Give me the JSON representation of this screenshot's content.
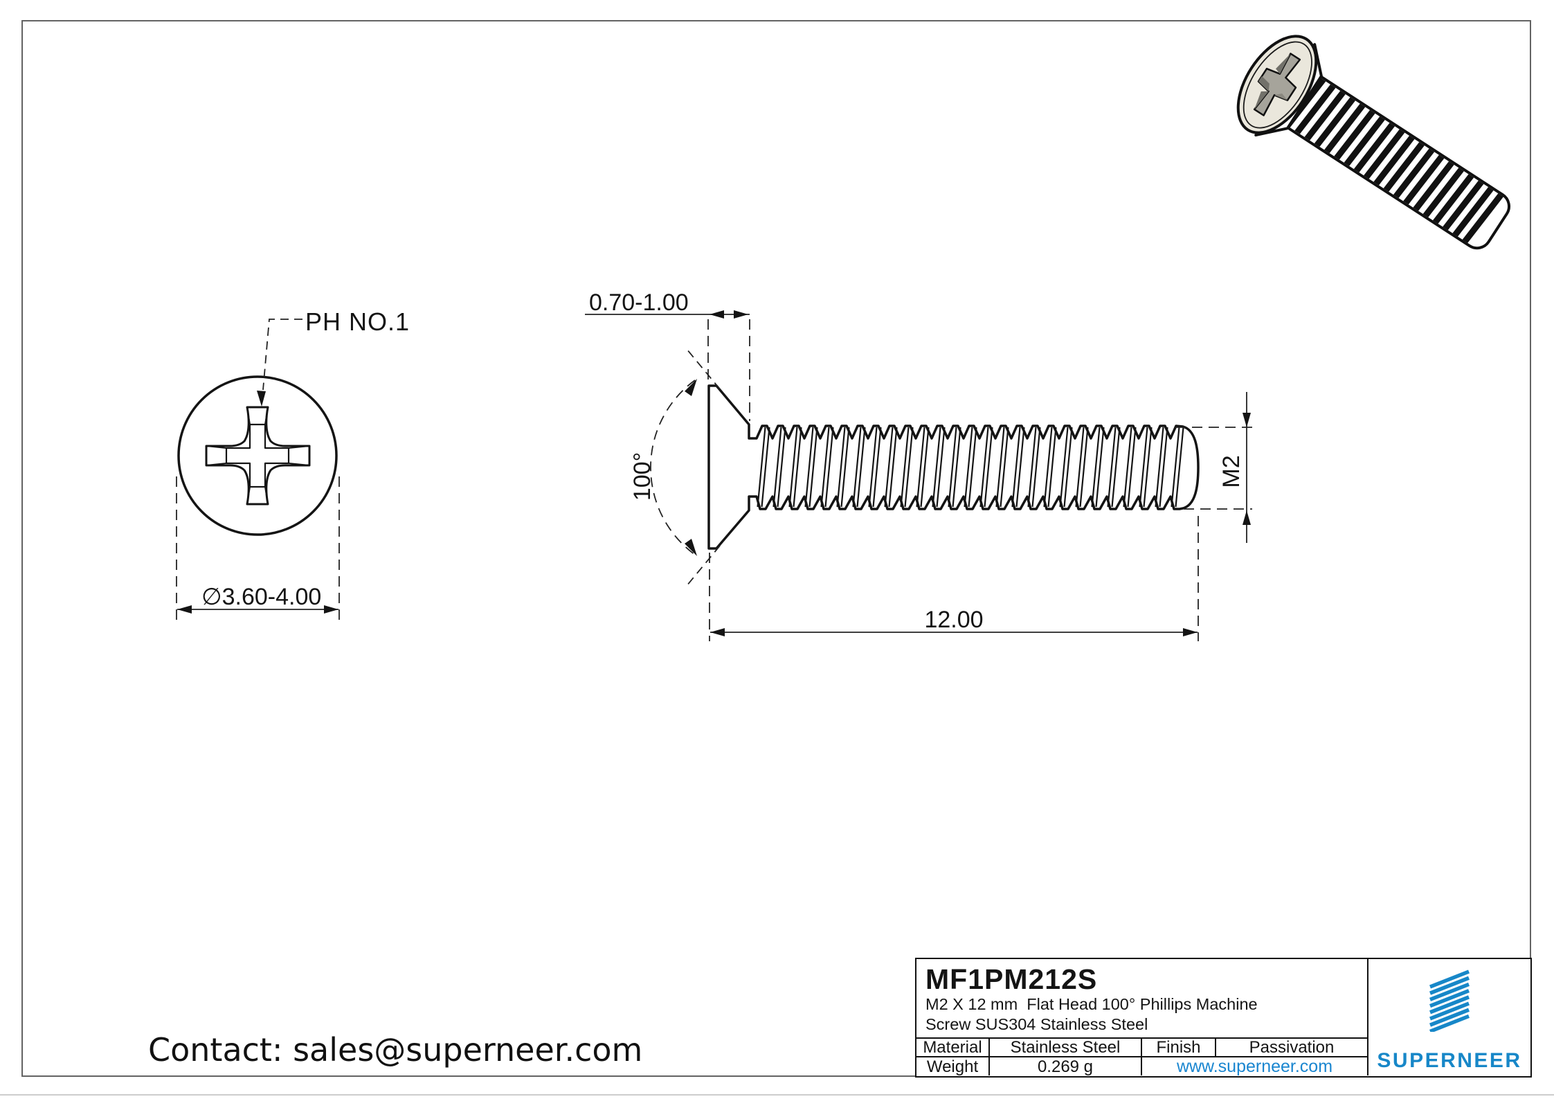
{
  "front_view": {
    "label": "PH NO.1",
    "diameter_dim": "∅3.60-4.00"
  },
  "side_view": {
    "head_height_dim": "0.70-1.00",
    "angle_dim": "100°",
    "thread_size": "M2",
    "length_dim": "12.00"
  },
  "contact": {
    "text": "Contact: sales@superneer.com"
  },
  "title_block": {
    "part_number": "MF1PM212S",
    "description_line1": "M2 X 12 mm  Flat Head 100° Phillips Machine",
    "description_line2": "Screw SUS304 Stainless Steel",
    "material_label": "Material",
    "material_value": "Stainless Steel",
    "finish_label": "Finish",
    "finish_value": "Passivation",
    "weight_label": "Weight",
    "weight_value": "0.269 g",
    "website": "www.superneer.com",
    "brand": "SUPERNEER",
    "brand_color": "#1787C8",
    "link_color": "#1A86D0"
  }
}
